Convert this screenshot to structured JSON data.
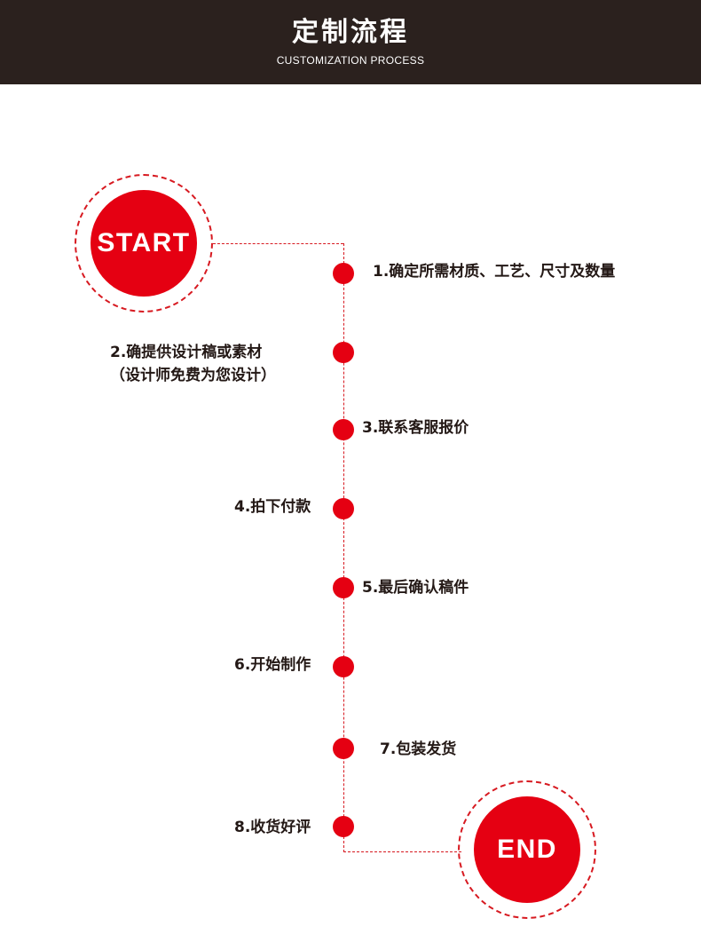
{
  "header": {
    "title": "定制流程",
    "subtitle": "CUSTOMIZATION PROCESS"
  },
  "start_label": "START",
  "end_label": "END",
  "steps": [
    {
      "text": "1.确定所需材质、工艺、尺寸及数量"
    },
    {
      "line1": "2.确提供设计稿或素材",
      "line2": "（设计师免费为您设计）"
    },
    {
      "text": "3.联系客服报价"
    },
    {
      "text": "4.拍下付款"
    },
    {
      "text": "5.最后确认稿件"
    },
    {
      "text": "6.开始制作"
    },
    {
      "text": "7.包装发货"
    },
    {
      "text": "8.收货好评"
    }
  ]
}
